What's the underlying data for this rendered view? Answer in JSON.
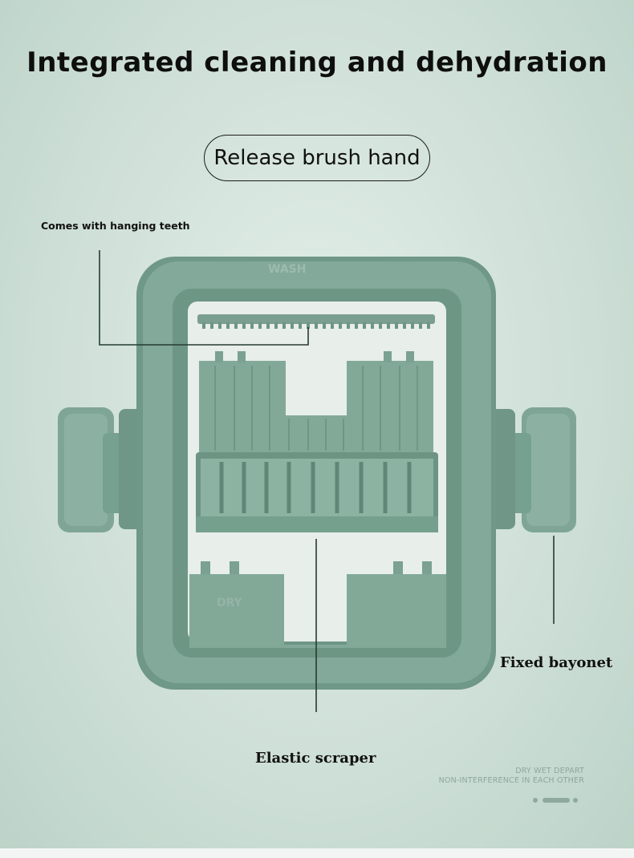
{
  "title": "Integrated cleaning and dehydration",
  "pill_label": "Release brush hand",
  "callouts": {
    "hanging_teeth": "Comes with hanging teeth",
    "fixed_bayonet": "Fixed bayonet",
    "elastic_scraper": "Elastic scraper"
  },
  "slogan": {
    "line1": "DRY WET DEPART",
    "line2": "NON-INTERFERENCE IN EACH OTHER"
  },
  "product_marks": {
    "wash": "WASH",
    "dry": "DRY"
  },
  "colors": {
    "product_green": "#7fa596",
    "product_dark": "#5f8676",
    "background": "#d7e6df"
  }
}
